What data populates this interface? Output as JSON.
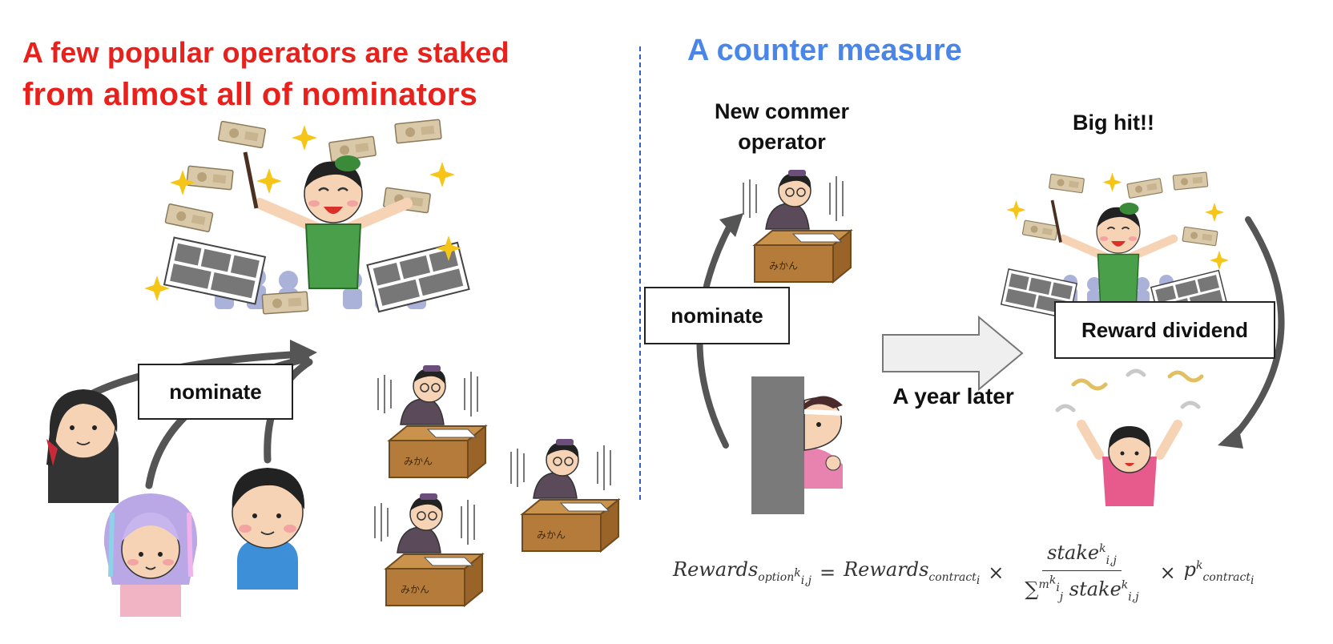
{
  "left": {
    "title_line1": "A few popular operators are staked",
    "title_line2": "from almost all of nominators",
    "nominate_label": "nominate"
  },
  "right": {
    "title": "A counter measure",
    "newcomer_label": "New commer\noperator",
    "big_hit_label": "Big hit!!",
    "nominate_label": "nominate",
    "reward_label": "Reward dividend",
    "year_later_label": "A year later"
  },
  "formula": {
    "lhs": "Rewards",
    "lhs_sub": "option",
    "lhs_sub_sup": "k",
    "lhs_sub_sub": "i,j",
    "eq": "=",
    "rewards": "Rewards",
    "rewards_sub": "contract",
    "rewards_sub_sub": "i",
    "times": "×",
    "num": "stake",
    "num_sup": "k",
    "num_sub": "i,j",
    "sum": "∑",
    "sum_sup": "m",
    "sum_sup_sup": "k",
    "sum_sup_sub": "i",
    "sum_sub": "j",
    "den": "stake",
    "den_sup": "k",
    "den_sub": "i,j",
    "p": "p",
    "p_sup": "k",
    "p_sub": "contract",
    "p_sub_sub": "i"
  },
  "colors": {
    "title_red": "#e8211c",
    "title_blue": "#4a86e8",
    "divider": "#2f5fc4",
    "arrow": "#555555"
  }
}
